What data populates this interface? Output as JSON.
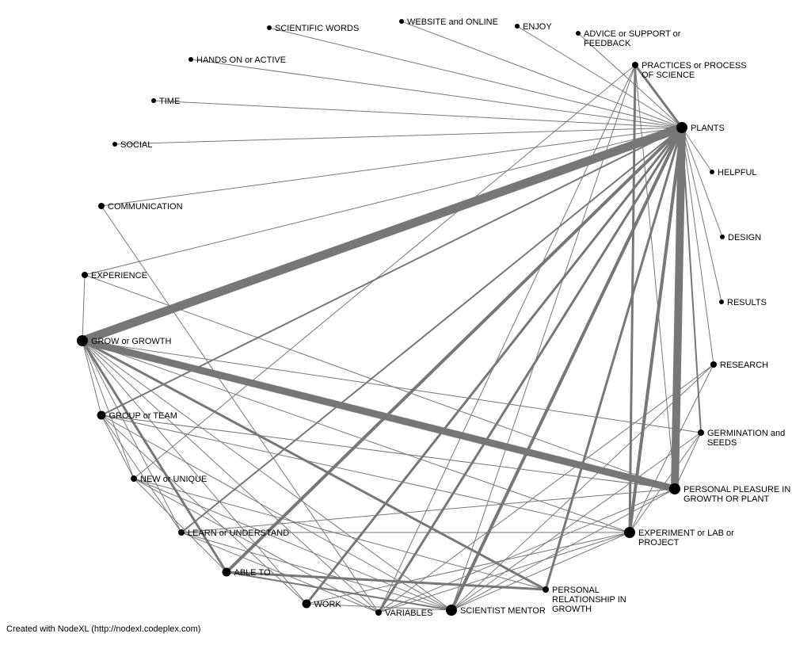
{
  "credit": "Created with NodeXL (http://nodexl.codeplex.com)",
  "colors": {
    "edge": "#777777",
    "node": "#000000",
    "background": "#ffffff"
  },
  "nodes": [
    {
      "id": "plants",
      "lines": [
        "PLANTS"
      ],
      "size": "large"
    },
    {
      "id": "practices",
      "lines": [
        "PRACTICES or PROCESS",
        "OF SCIENCE"
      ],
      "size": "small"
    },
    {
      "id": "advice",
      "lines": [
        "ADVICE or SUPPORT or",
        "FEEDBACK"
      ],
      "size": "tiny"
    },
    {
      "id": "enjoy",
      "lines": [
        "ENJOY"
      ],
      "size": "tiny"
    },
    {
      "id": "website",
      "lines": [
        "WEBSITE and ONLINE"
      ],
      "size": "tiny"
    },
    {
      "id": "scientific",
      "lines": [
        "SCIENTIFIC WORDS"
      ],
      "size": "tiny"
    },
    {
      "id": "handson",
      "lines": [
        "HANDS ON or ACTIVE"
      ],
      "size": "tiny"
    },
    {
      "id": "time",
      "lines": [
        "TIME"
      ],
      "size": "tiny"
    },
    {
      "id": "social",
      "lines": [
        "SOCIAL"
      ],
      "size": "tiny"
    },
    {
      "id": "communication",
      "lines": [
        "COMMUNICATION"
      ],
      "size": "small"
    },
    {
      "id": "experience",
      "lines": [
        "EXPERIENCE"
      ],
      "size": "small"
    },
    {
      "id": "grow",
      "lines": [
        "GROW or GROWTH"
      ],
      "size": "large"
    },
    {
      "id": "group",
      "lines": [
        "GROUP or TEAM"
      ],
      "size": "medium"
    },
    {
      "id": "newunique",
      "lines": [
        "NEW or UNIQUE"
      ],
      "size": "small"
    },
    {
      "id": "learn",
      "lines": [
        "LEARN or UNDERSTAND"
      ],
      "size": "small"
    },
    {
      "id": "ableto",
      "lines": [
        "ABLE TO"
      ],
      "size": "medium"
    },
    {
      "id": "work",
      "lines": [
        "WORK"
      ],
      "size": "medium"
    },
    {
      "id": "variables",
      "lines": [
        "VARIABLES"
      ],
      "size": "small"
    },
    {
      "id": "mentor",
      "lines": [
        "SCIENTIST MENTOR"
      ],
      "size": "large"
    },
    {
      "id": "relationship",
      "lines": [
        "PERSONAL",
        "RELATIONSHIP IN",
        "GROWTH"
      ],
      "size": "small"
    },
    {
      "id": "experiment",
      "lines": [
        "EXPERIMENT or LAB or",
        "PROJECT"
      ],
      "size": "large"
    },
    {
      "id": "pleasure",
      "lines": [
        "PERSONAL PLEASURE IN",
        "GROWTH OR PLANT"
      ],
      "size": "large"
    },
    {
      "id": "germination",
      "lines": [
        "GERMINATION and",
        "SEEDS"
      ],
      "size": "small"
    },
    {
      "id": "research",
      "lines": [
        "RESEARCH"
      ],
      "size": "small"
    },
    {
      "id": "results",
      "lines": [
        "RESULTS"
      ],
      "size": "tiny"
    },
    {
      "id": "design",
      "lines": [
        "DESIGN"
      ],
      "size": "tiny"
    },
    {
      "id": "helpful",
      "lines": [
        "HELPFUL"
      ],
      "size": "tiny"
    }
  ],
  "edges": [
    [
      "plants",
      "grow",
      11
    ],
    [
      "plants",
      "pleasure",
      10
    ],
    [
      "grow",
      "pleasure",
      9
    ],
    [
      "plants",
      "practices",
      3
    ],
    [
      "plants",
      "ableto",
      4
    ],
    [
      "plants",
      "experiment",
      4
    ],
    [
      "plants",
      "mentor",
      4
    ],
    [
      "plants",
      "work",
      3
    ],
    [
      "plants",
      "variables",
      3
    ],
    [
      "plants",
      "relationship",
      3
    ],
    [
      "plants",
      "group",
      2
    ],
    [
      "plants",
      "learn",
      2
    ],
    [
      "plants",
      "germination",
      2
    ],
    [
      "plants",
      "enjoy",
      1
    ],
    [
      "plants",
      "advice",
      1
    ],
    [
      "plants",
      "website",
      1
    ],
    [
      "plants",
      "scientific",
      1
    ],
    [
      "plants",
      "handson",
      1
    ],
    [
      "plants",
      "time",
      1
    ],
    [
      "plants",
      "social",
      1
    ],
    [
      "plants",
      "communication",
      1
    ],
    [
      "plants",
      "experience",
      1
    ],
    [
      "plants",
      "helpful",
      1
    ],
    [
      "plants",
      "design",
      1
    ],
    [
      "plants",
      "results",
      1
    ],
    [
      "plants",
      "research",
      1
    ],
    [
      "practices",
      "experiment",
      3
    ],
    [
      "practices",
      "newunique",
      1
    ],
    [
      "practices",
      "variables",
      1
    ],
    [
      "practices",
      "mentor",
      1
    ],
    [
      "practices",
      "pleasure",
      1
    ],
    [
      "grow",
      "ableto",
      3
    ],
    [
      "grow",
      "relationship",
      3
    ],
    [
      "grow",
      "experience",
      1
    ],
    [
      "grow",
      "group",
      1
    ],
    [
      "grow",
      "newunique",
      1
    ],
    [
      "grow",
      "learn",
      1
    ],
    [
      "grow",
      "work",
      1
    ],
    [
      "grow",
      "variables",
      1
    ],
    [
      "grow",
      "mentor",
      1
    ],
    [
      "grow",
      "experiment",
      1
    ],
    [
      "grow",
      "germination",
      1
    ],
    [
      "ableto",
      "relationship",
      3
    ],
    [
      "ableto",
      "mentor",
      2
    ],
    [
      "ableto",
      "newunique",
      1
    ],
    [
      "mentor",
      "experiment",
      1
    ],
    [
      "mentor",
      "pleasure",
      1
    ],
    [
      "mentor",
      "group",
      1
    ],
    [
      "mentor",
      "learn",
      1
    ],
    [
      "mentor",
      "newunique",
      1
    ],
    [
      "mentor",
      "work",
      1
    ],
    [
      "mentor",
      "research",
      1
    ],
    [
      "mentor",
      "germination",
      1
    ],
    [
      "group",
      "experiment",
      1
    ],
    [
      "group",
      "learn",
      1
    ],
    [
      "group",
      "newunique",
      1
    ],
    [
      "group",
      "work",
      1
    ],
    [
      "group",
      "pleasure",
      1
    ],
    [
      "experiment",
      "learn",
      1
    ],
    [
      "experiment",
      "work",
      1
    ],
    [
      "experiment",
      "variables",
      1
    ],
    [
      "pleasure",
      "learn",
      1
    ],
    [
      "pleasure",
      "experience",
      1
    ],
    [
      "pleasure",
      "variables",
      1
    ],
    [
      "communication",
      "variables",
      1
    ],
    [
      "newunique",
      "variables",
      1
    ],
    [
      "learn",
      "variables",
      1
    ],
    [
      "relationship",
      "newunique",
      1
    ],
    [
      "research",
      "experiment",
      1
    ],
    [
      "germination",
      "experiment",
      1
    ],
    [
      "research",
      "variables",
      1
    ],
    [
      "germination",
      "pleasure",
      1
    ]
  ]
}
